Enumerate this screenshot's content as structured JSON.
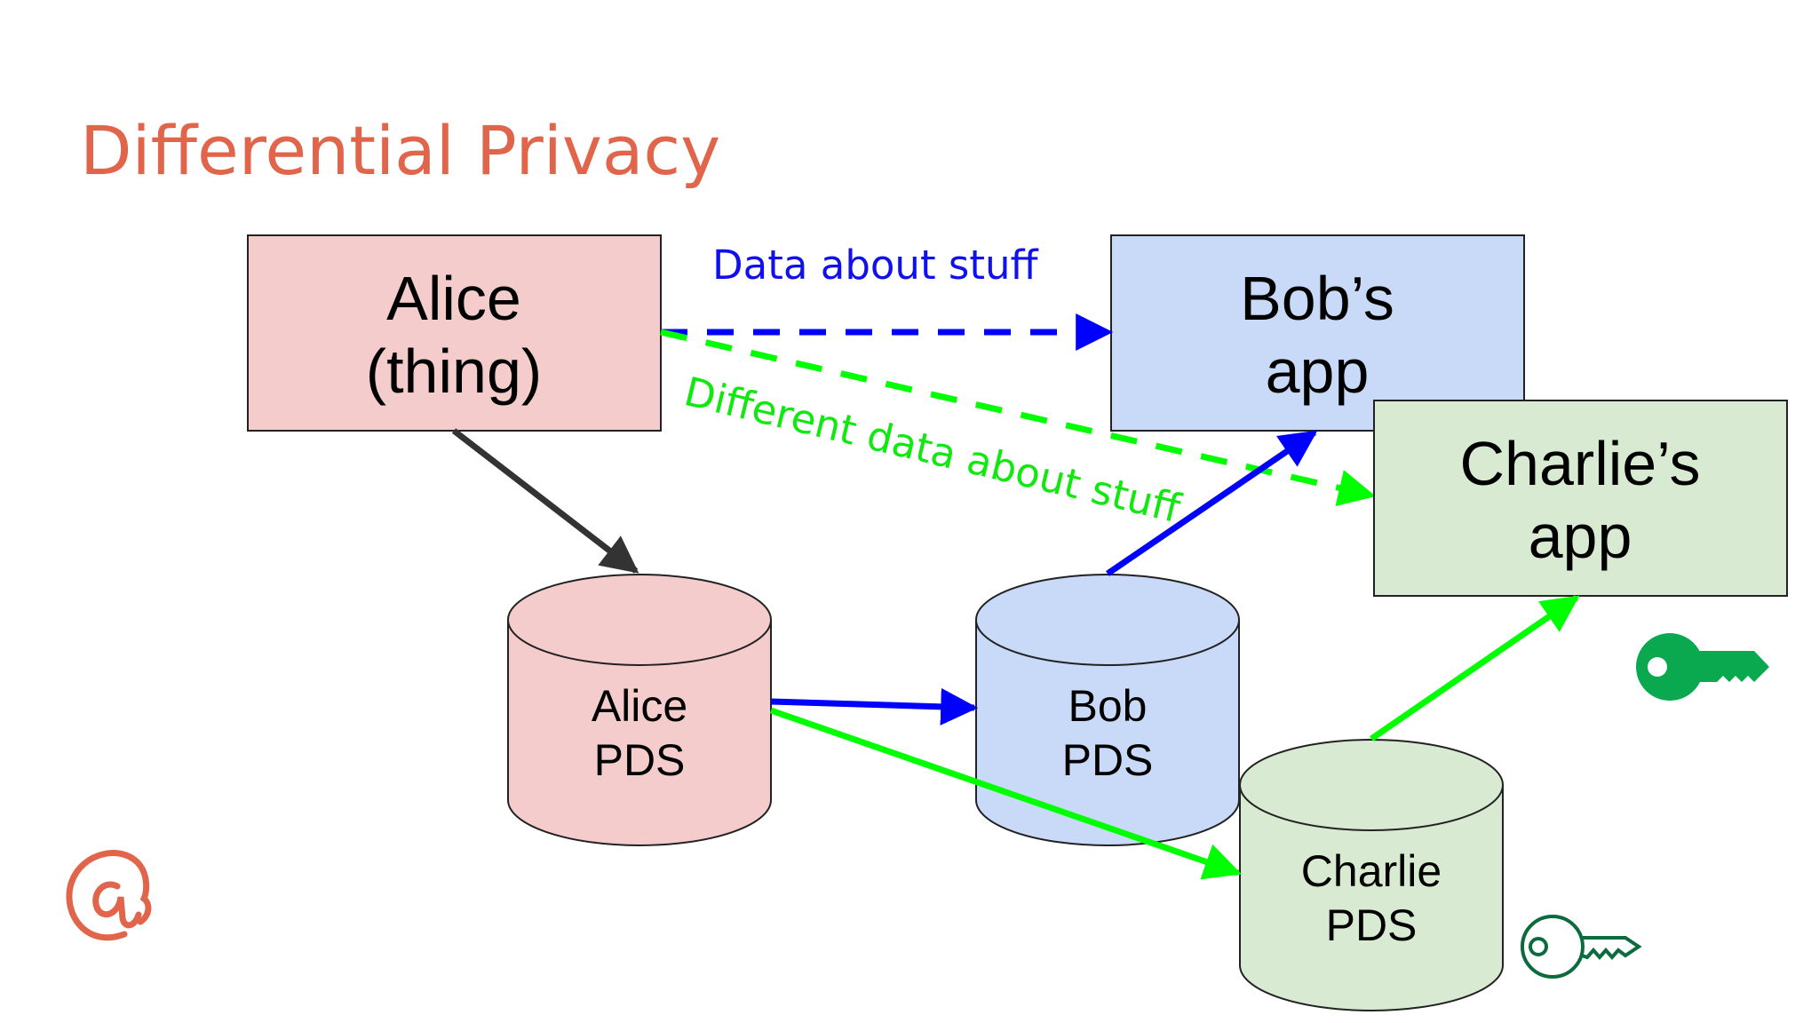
{
  "slide": {
    "title": "Differential Privacy"
  },
  "boxes": {
    "alice": {
      "line1": "Alice",
      "line2": "(thing)"
    },
    "bob_app": {
      "line1": "Bob’s",
      "line2": "app"
    },
    "charlie_app": {
      "line1": "Charlie’s",
      "line2": "app"
    }
  },
  "databases": {
    "alice_pds": {
      "line1": "Alice",
      "line2": "PDS"
    },
    "bob_pds": {
      "line1": "Bob",
      "line2": "PDS"
    },
    "charlie_pds": {
      "line1": "Charlie",
      "line2": "PDS"
    }
  },
  "edge_labels": {
    "blue": "Data about stuff",
    "green": "Different data about stuff"
  },
  "colors": {
    "title": "#e0654a",
    "alice_fill": "#f4cccc",
    "bob_fill": "#c9daf8",
    "charlie_fill": "#d9ead3",
    "blue_arrow": "#0000ff",
    "green_arrow": "#00ff00",
    "dark_arrow": "#333333",
    "key_green": "#0aa84f",
    "key_outline": "#0b6b3e"
  },
  "icons": [
    "at-sign-logo-icon",
    "key-solid-icon",
    "key-outline-icon"
  ]
}
